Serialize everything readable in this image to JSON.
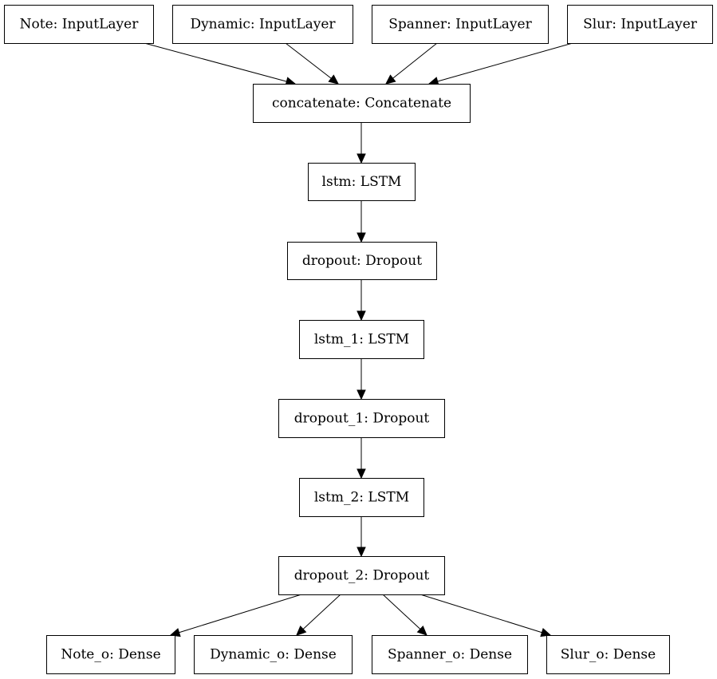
{
  "nodes": [
    {
      "id": "note_in",
      "label": "Note: InputLayer"
    },
    {
      "id": "dynamic_in",
      "label": "Dynamic: InputLayer"
    },
    {
      "id": "spanner_in",
      "label": "Spanner: InputLayer"
    },
    {
      "id": "slur_in",
      "label": "Slur: InputLayer"
    },
    {
      "id": "concatenate",
      "label": "concatenate: Concatenate"
    },
    {
      "id": "lstm",
      "label": "lstm: LSTM"
    },
    {
      "id": "dropout",
      "label": "dropout: Dropout"
    },
    {
      "id": "lstm_1",
      "label": "lstm_1: LSTM"
    },
    {
      "id": "dropout_1",
      "label": "dropout_1: Dropout"
    },
    {
      "id": "lstm_2",
      "label": "lstm_2: LSTM"
    },
    {
      "id": "dropout_2",
      "label": "dropout_2: Dropout"
    },
    {
      "id": "note_o",
      "label": "Note_o: Dense"
    },
    {
      "id": "dynamic_o",
      "label": "Dynamic_o: Dense"
    },
    {
      "id": "spanner_o",
      "label": "Spanner_o: Dense"
    },
    {
      "id": "slur_o",
      "label": "Slur_o: Dense"
    }
  ],
  "edges": [
    {
      "from": "note_in",
      "to": "concatenate"
    },
    {
      "from": "dynamic_in",
      "to": "concatenate"
    },
    {
      "from": "spanner_in",
      "to": "concatenate"
    },
    {
      "from": "slur_in",
      "to": "concatenate"
    },
    {
      "from": "concatenate",
      "to": "lstm"
    },
    {
      "from": "lstm",
      "to": "dropout"
    },
    {
      "from": "dropout",
      "to": "lstm_1"
    },
    {
      "from": "lstm_1",
      "to": "dropout_1"
    },
    {
      "from": "dropout_1",
      "to": "lstm_2"
    },
    {
      "from": "lstm_2",
      "to": "dropout_2"
    },
    {
      "from": "dropout_2",
      "to": "note_o"
    },
    {
      "from": "dropout_2",
      "to": "dynamic_o"
    },
    {
      "from": "dropout_2",
      "to": "spanner_o"
    },
    {
      "from": "dropout_2",
      "to": "slur_o"
    }
  ]
}
